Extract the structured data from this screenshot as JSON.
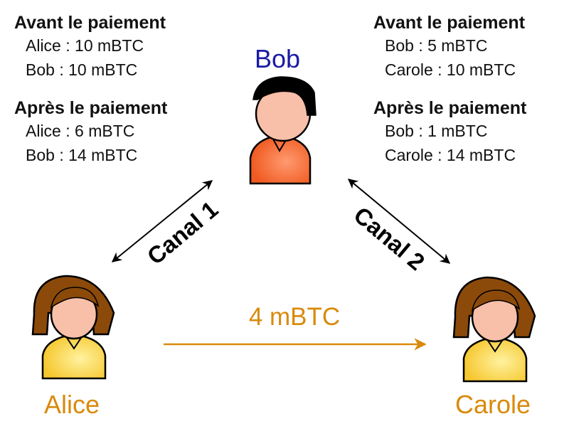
{
  "colors": {
    "bob": "#1a1aa6",
    "alice_carole": "#d98a0c",
    "bob_shirt": "#f06a30",
    "alice_shirt": "#f8d040",
    "hair_brown": "#8b4a0a",
    "skin": "#f8c0a8"
  },
  "people": {
    "bob": "Bob",
    "alice": "Alice",
    "carole": "Carole"
  },
  "payment": "4 mBTC",
  "channels": {
    "one": "Canal 1",
    "two": "Canal 2"
  },
  "left_panel": {
    "before_title": "Avant le paiement",
    "before": [
      "Alice : 10 mBTC",
      "Bob : 10 mBTC"
    ],
    "after_title": "Après le paiement",
    "after": [
      "Alice : 6 mBTC",
      "Bob : 14 mBTC"
    ]
  },
  "right_panel": {
    "before_title": "Avant le paiement",
    "before": [
      "Bob : 5 mBTC",
      "Carole : 10 mBTC"
    ],
    "after_title": "Après le paiement",
    "after": [
      "Bob : 1 mBTC",
      "Carole : 14 mBTC"
    ]
  }
}
